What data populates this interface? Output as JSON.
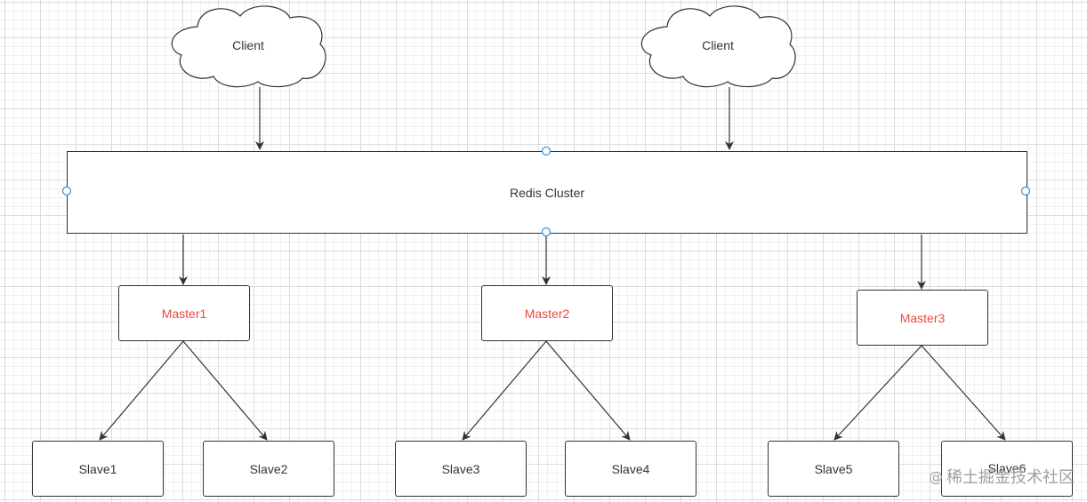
{
  "clients": [
    {
      "label": "Client"
    },
    {
      "label": "Client"
    }
  ],
  "cluster": {
    "label": "Redis Cluster"
  },
  "masters": [
    {
      "label": "Master1"
    },
    {
      "label": "Master2"
    },
    {
      "label": "Master3"
    }
  ],
  "slaves": [
    {
      "label": "Slave1"
    },
    {
      "label": "Slave2"
    },
    {
      "label": "Slave3"
    },
    {
      "label": "Slave4"
    },
    {
      "label": "Slave5"
    },
    {
      "label": "Slave6"
    }
  ],
  "watermark": {
    "prefix": "@",
    "text": "稀土掘金技术社区"
  },
  "colors": {
    "master_text": "#e84a3f",
    "line": "#333333",
    "handle": "#3a8fd8"
  }
}
